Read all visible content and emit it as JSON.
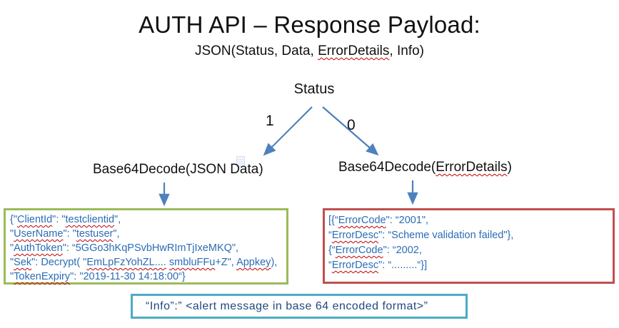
{
  "title": "AUTH API – Response Payload:",
  "subtitle": {
    "segments": [
      {
        "t": "JSON(Status, Data, "
      },
      {
        "t": "ErrorDetails",
        "sq": true
      },
      {
        "t": ", Info)"
      }
    ]
  },
  "tree": {
    "root_label": "Status",
    "branch_success_label": "1",
    "branch_failure_label": "0",
    "success_node": {
      "segments": [
        {
          "t": "Base64Decode(JSON Data)"
        }
      ]
    },
    "failure_node": {
      "segments": [
        {
          "t": "Base64Decode("
        },
        {
          "t": "ErrorDetails",
          "sq": true
        },
        {
          "t": ")"
        }
      ]
    }
  },
  "success_box": {
    "lines": [
      {
        "segments": [
          {
            "t": "{\""
          },
          {
            "t": "ClientId",
            "sq": true
          },
          {
            "t": "\": \""
          },
          {
            "t": "testclientid",
            "sq": true
          },
          {
            "t": "\","
          }
        ]
      },
      {
        "segments": [
          {
            "t": "\""
          },
          {
            "t": "UserName",
            "sq": true
          },
          {
            "t": "\": \""
          },
          {
            "t": "testuser",
            "sq": true
          },
          {
            "t": "\","
          }
        ]
      },
      {
        "segments": [
          {
            "t": "\""
          },
          {
            "t": "AuthToken",
            "sq": true
          },
          {
            "t": "\": “5GGo3hKqPSvbHwRImTjIxeMKQ\","
          }
        ]
      },
      {
        "segments": [
          {
            "t": "\""
          },
          {
            "t": "Sek",
            "sq": true
          },
          {
            "t": "\": Decrypt( \""
          },
          {
            "t": "EmLpFzYohZL....",
            "sq": true
          },
          {
            "t": " "
          },
          {
            "t": "smbluFFu",
            "sq": true
          },
          {
            "t": "+Z\", "
          },
          {
            "t": "Appkey",
            "sq": true
          },
          {
            "t": "),"
          }
        ]
      },
      {
        "segments": [
          {
            "t": "\""
          },
          {
            "t": "TokenExpiry",
            "sq": true
          },
          {
            "t": "\": \"2019-11-30 14:18:00“}"
          }
        ]
      }
    ]
  },
  "error_box": {
    "lines": [
      {
        "segments": [
          {
            "t": "[{“"
          },
          {
            "t": "ErrorCode",
            "sq": true
          },
          {
            "t": "\": “2001\","
          }
        ]
      },
      {
        "segments": [
          {
            "t": "“"
          },
          {
            "t": "ErrorDesc",
            "sq": true
          },
          {
            "t": "\": “Scheme validation failed\"},"
          }
        ]
      },
      {
        "segments": [
          {
            "t": "{“"
          },
          {
            "t": "ErrorCode",
            "sq": true
          },
          {
            "t": "\": “2002,"
          }
        ]
      },
      {
        "segments": [
          {
            "t": "“"
          },
          {
            "t": "ErrorDesc",
            "sq": true
          },
          {
            "t": "\": “.........“}]"
          }
        ]
      }
    ]
  },
  "info_box": {
    "text": "“Info”:” <alert message in base 64 encoded format>”"
  },
  "colors": {
    "arrow_blue": "#4E81BD",
    "success_box_border_green": "#9BBB59",
    "error_box_border_red": "#C0504D",
    "info_box_border_cyan": "#4BACC6",
    "code_text_blue": "#2A6DB5",
    "info_text_navy": "#1F497D",
    "spellcheck_squiggle_red": "#C00000",
    "heading_text": "#111111"
  }
}
